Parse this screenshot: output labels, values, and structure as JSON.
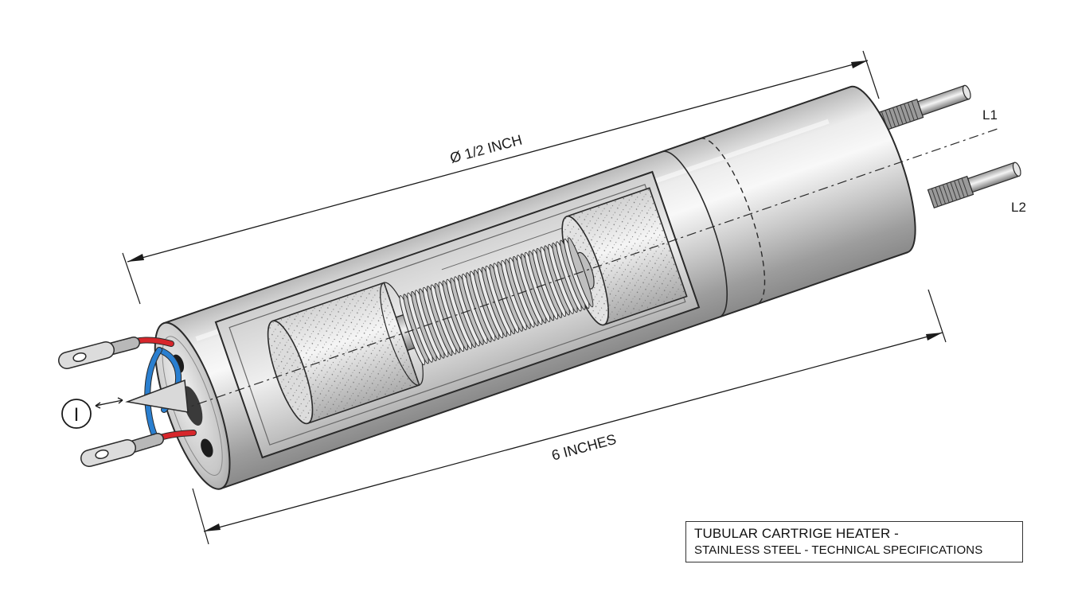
{
  "dimensions": {
    "diameter_label": "Ø 1/2 INCH",
    "length_label": "6 INCHES"
  },
  "terminals": {
    "top_label": "L1",
    "bottom_label": "L2"
  },
  "callout": {
    "label": "I"
  },
  "title_block": {
    "line1": "TUBULAR CARTRIGE HEATER -",
    "line2": "STAINLESS STEEL - TECHNICAL SPECIFICATIONS"
  },
  "colors": {
    "outline": "#2a2a2a",
    "steel_light": "#f2f2f2",
    "steel_mid": "#c4c4c4",
    "steel_dark": "#8a8a8a",
    "wire_red": "#d7262b",
    "wire_blue": "#2a7fd0"
  }
}
